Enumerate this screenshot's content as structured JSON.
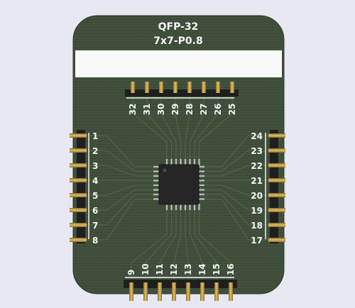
{
  "board": {
    "title_line1": "QFP-32",
    "title_line2": "7x7-P0.8",
    "label_area": ""
  },
  "colors": {
    "background": "#e8e8f2",
    "pcb": "#3e4e3a",
    "silkscreen": "#f4f4f4",
    "chip_body": "#262626",
    "gold_pin": "#c9a24a",
    "header_plastic": "#1f1f1f",
    "trace": "#52613f"
  },
  "pins": {
    "top": [
      "32",
      "31",
      "30",
      "29",
      "28",
      "27",
      "26",
      "25"
    ],
    "left": [
      "1",
      "2",
      "3",
      "4",
      "5",
      "6",
      "7",
      "8"
    ],
    "bottom": [
      "9",
      "10",
      "11",
      "12",
      "13",
      "14",
      "15",
      "16"
    ],
    "right": [
      "24",
      "23",
      "22",
      "21",
      "20",
      "19",
      "18",
      "17"
    ]
  }
}
